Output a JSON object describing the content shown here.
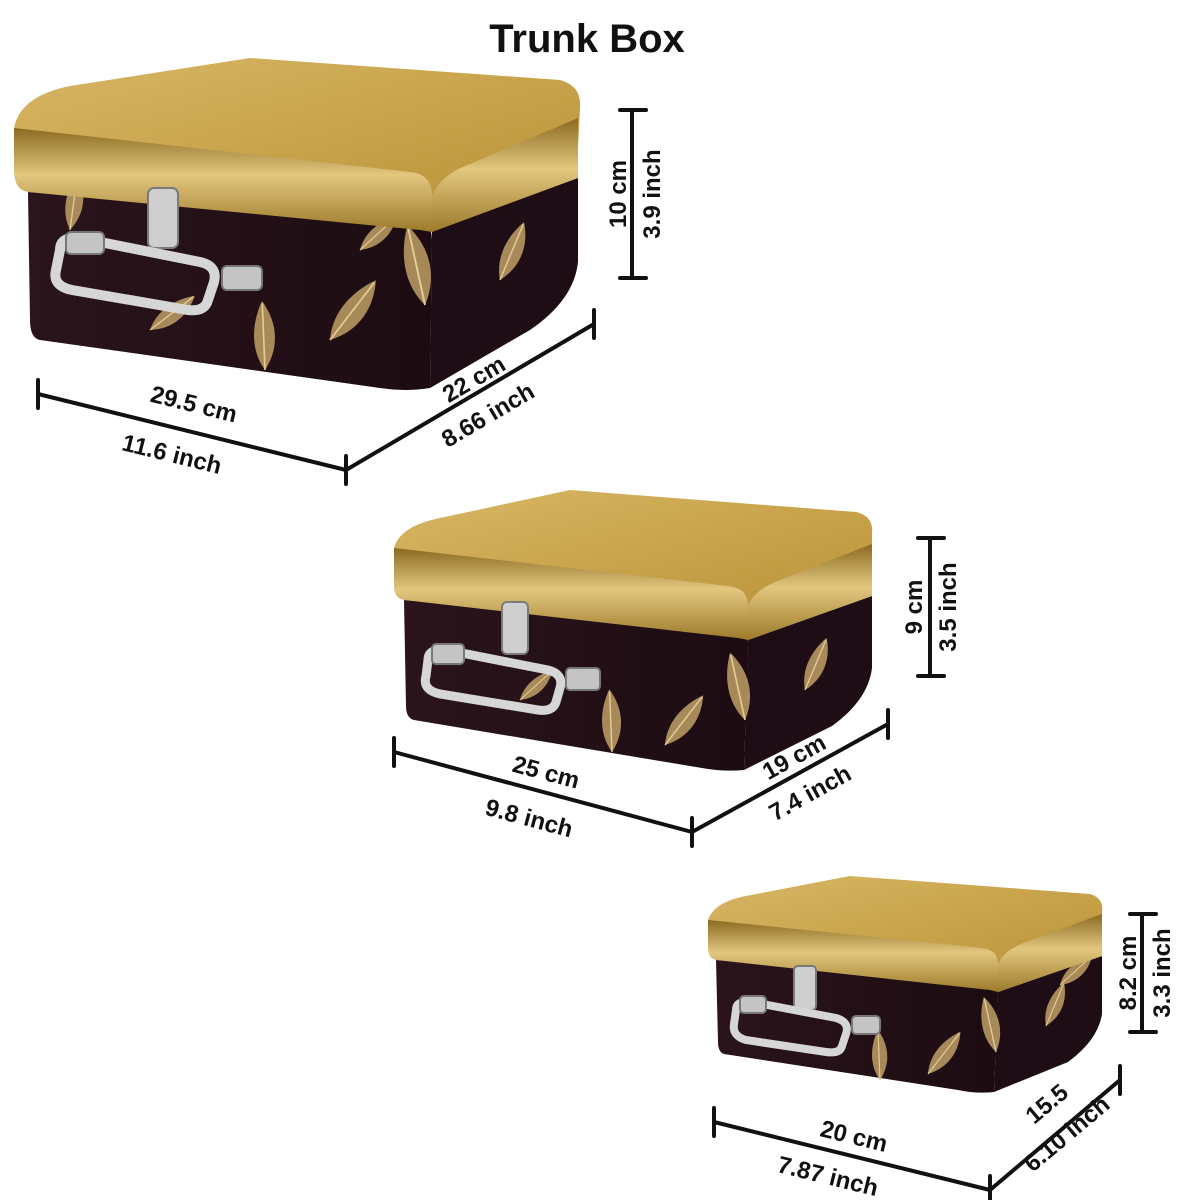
{
  "title": "Trunk Box",
  "colors": {
    "lid_gold": "#c9a44c",
    "lid_gold_light": "#dcc07a",
    "lid_rim": "#a8812a",
    "body_dark": "#231017",
    "feather": "#bfa066",
    "metal": "#c8c8c8",
    "line": "#111111"
  },
  "boxes": [
    {
      "size": "large",
      "height_cm": "10 cm",
      "height_inch": "3.9 inch",
      "length_cm": "29.5 cm",
      "length_inch": "11.6 inch",
      "width_cm": "22 cm",
      "width_inch": "8.66 inch"
    },
    {
      "size": "medium",
      "height_cm": "9 cm",
      "height_inch": "3.5 inch",
      "length_cm": "25 cm",
      "length_inch": "9.8 inch",
      "width_cm": "19 cm",
      "width_inch": "7.4 inch"
    },
    {
      "size": "small",
      "height_cm": "8.2 cm",
      "height_inch": "3.3 inch",
      "length_cm": "20 cm",
      "length_inch": "7.87 inch",
      "width_cm": "15.5",
      "width_inch": "6.10 inch"
    }
  ]
}
